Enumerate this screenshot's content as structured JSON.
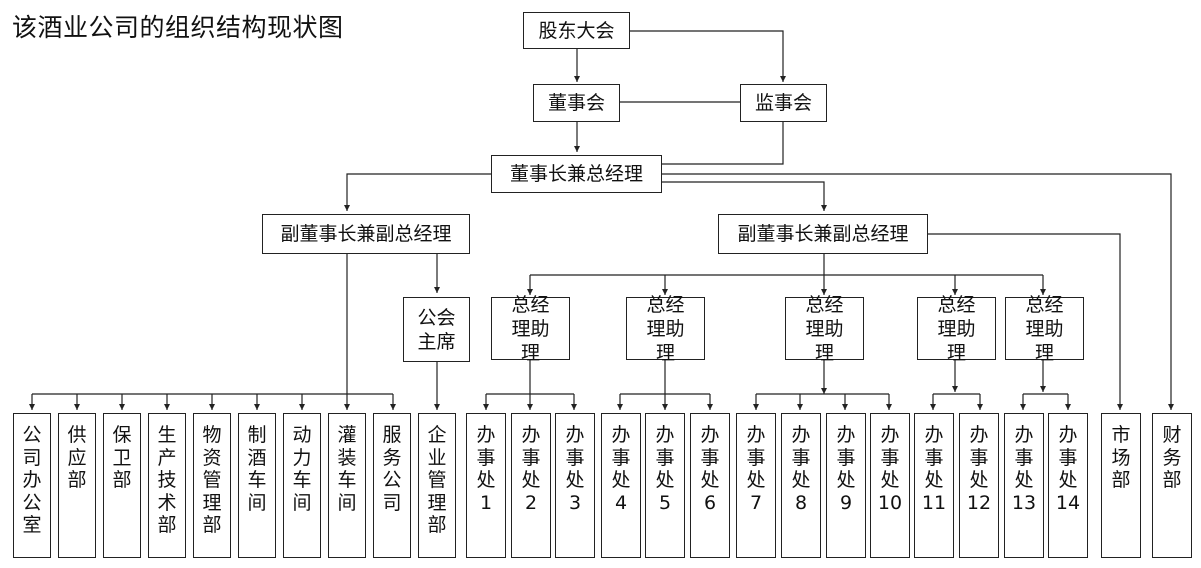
{
  "title": "该酒业公司的组织结构现状图",
  "nodes": {
    "gudong": "股东大会",
    "dongshihui": "董事会",
    "jianshihui": "监事会",
    "dongshizhang": "董事长兼总经理",
    "fu_left": "副董事长兼副总经理",
    "fu_right": "副董事长兼副总经理",
    "gonghui": "公会主席",
    "zl_1": "总经理助理",
    "zl_2": "总经理助理",
    "zl_3": "总经理助理",
    "zl_4": "总经理助理",
    "zl_5": "总经理助理"
  },
  "departments": [
    "公司办公室",
    "供应部",
    "保卫部",
    "生产技术部",
    "物资管理部",
    "制酒车间",
    "动力车间",
    "灌装车间",
    "服务公司",
    "企业管理部",
    "办事处1",
    "办事处2",
    "办事处3",
    "办事处4",
    "办事处5",
    "办事处6",
    "办事处7",
    "办事处8",
    "办事处9",
    "办事处10",
    "办事处11",
    "办事处12",
    "办事处13",
    "办事处14",
    "市场部",
    "财务部"
  ]
}
